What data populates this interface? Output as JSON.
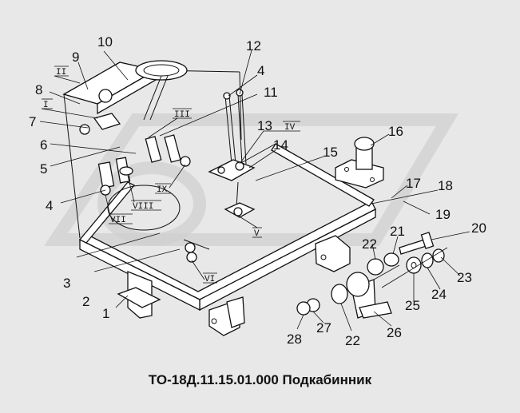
{
  "caption": "ТО-18Д.11.15.01.000 Подкабинник",
  "callouts": [
    "1",
    "2",
    "3",
    "4",
    "4",
    "5",
    "6",
    "7",
    "8",
    "9",
    "10",
    "11",
    "12",
    "13",
    "14",
    "15",
    "16",
    "17",
    "18",
    "19",
    "20",
    "21",
    "22",
    "22",
    "23",
    "24",
    "25",
    "26",
    "27",
    "28"
  ],
  "views": [
    "I",
    "II",
    "III",
    "IV",
    "V",
    "VI",
    "VII",
    "VIII",
    "IX"
  ],
  "colors": {
    "background": "#e8e8e8",
    "line": "#111111"
  }
}
